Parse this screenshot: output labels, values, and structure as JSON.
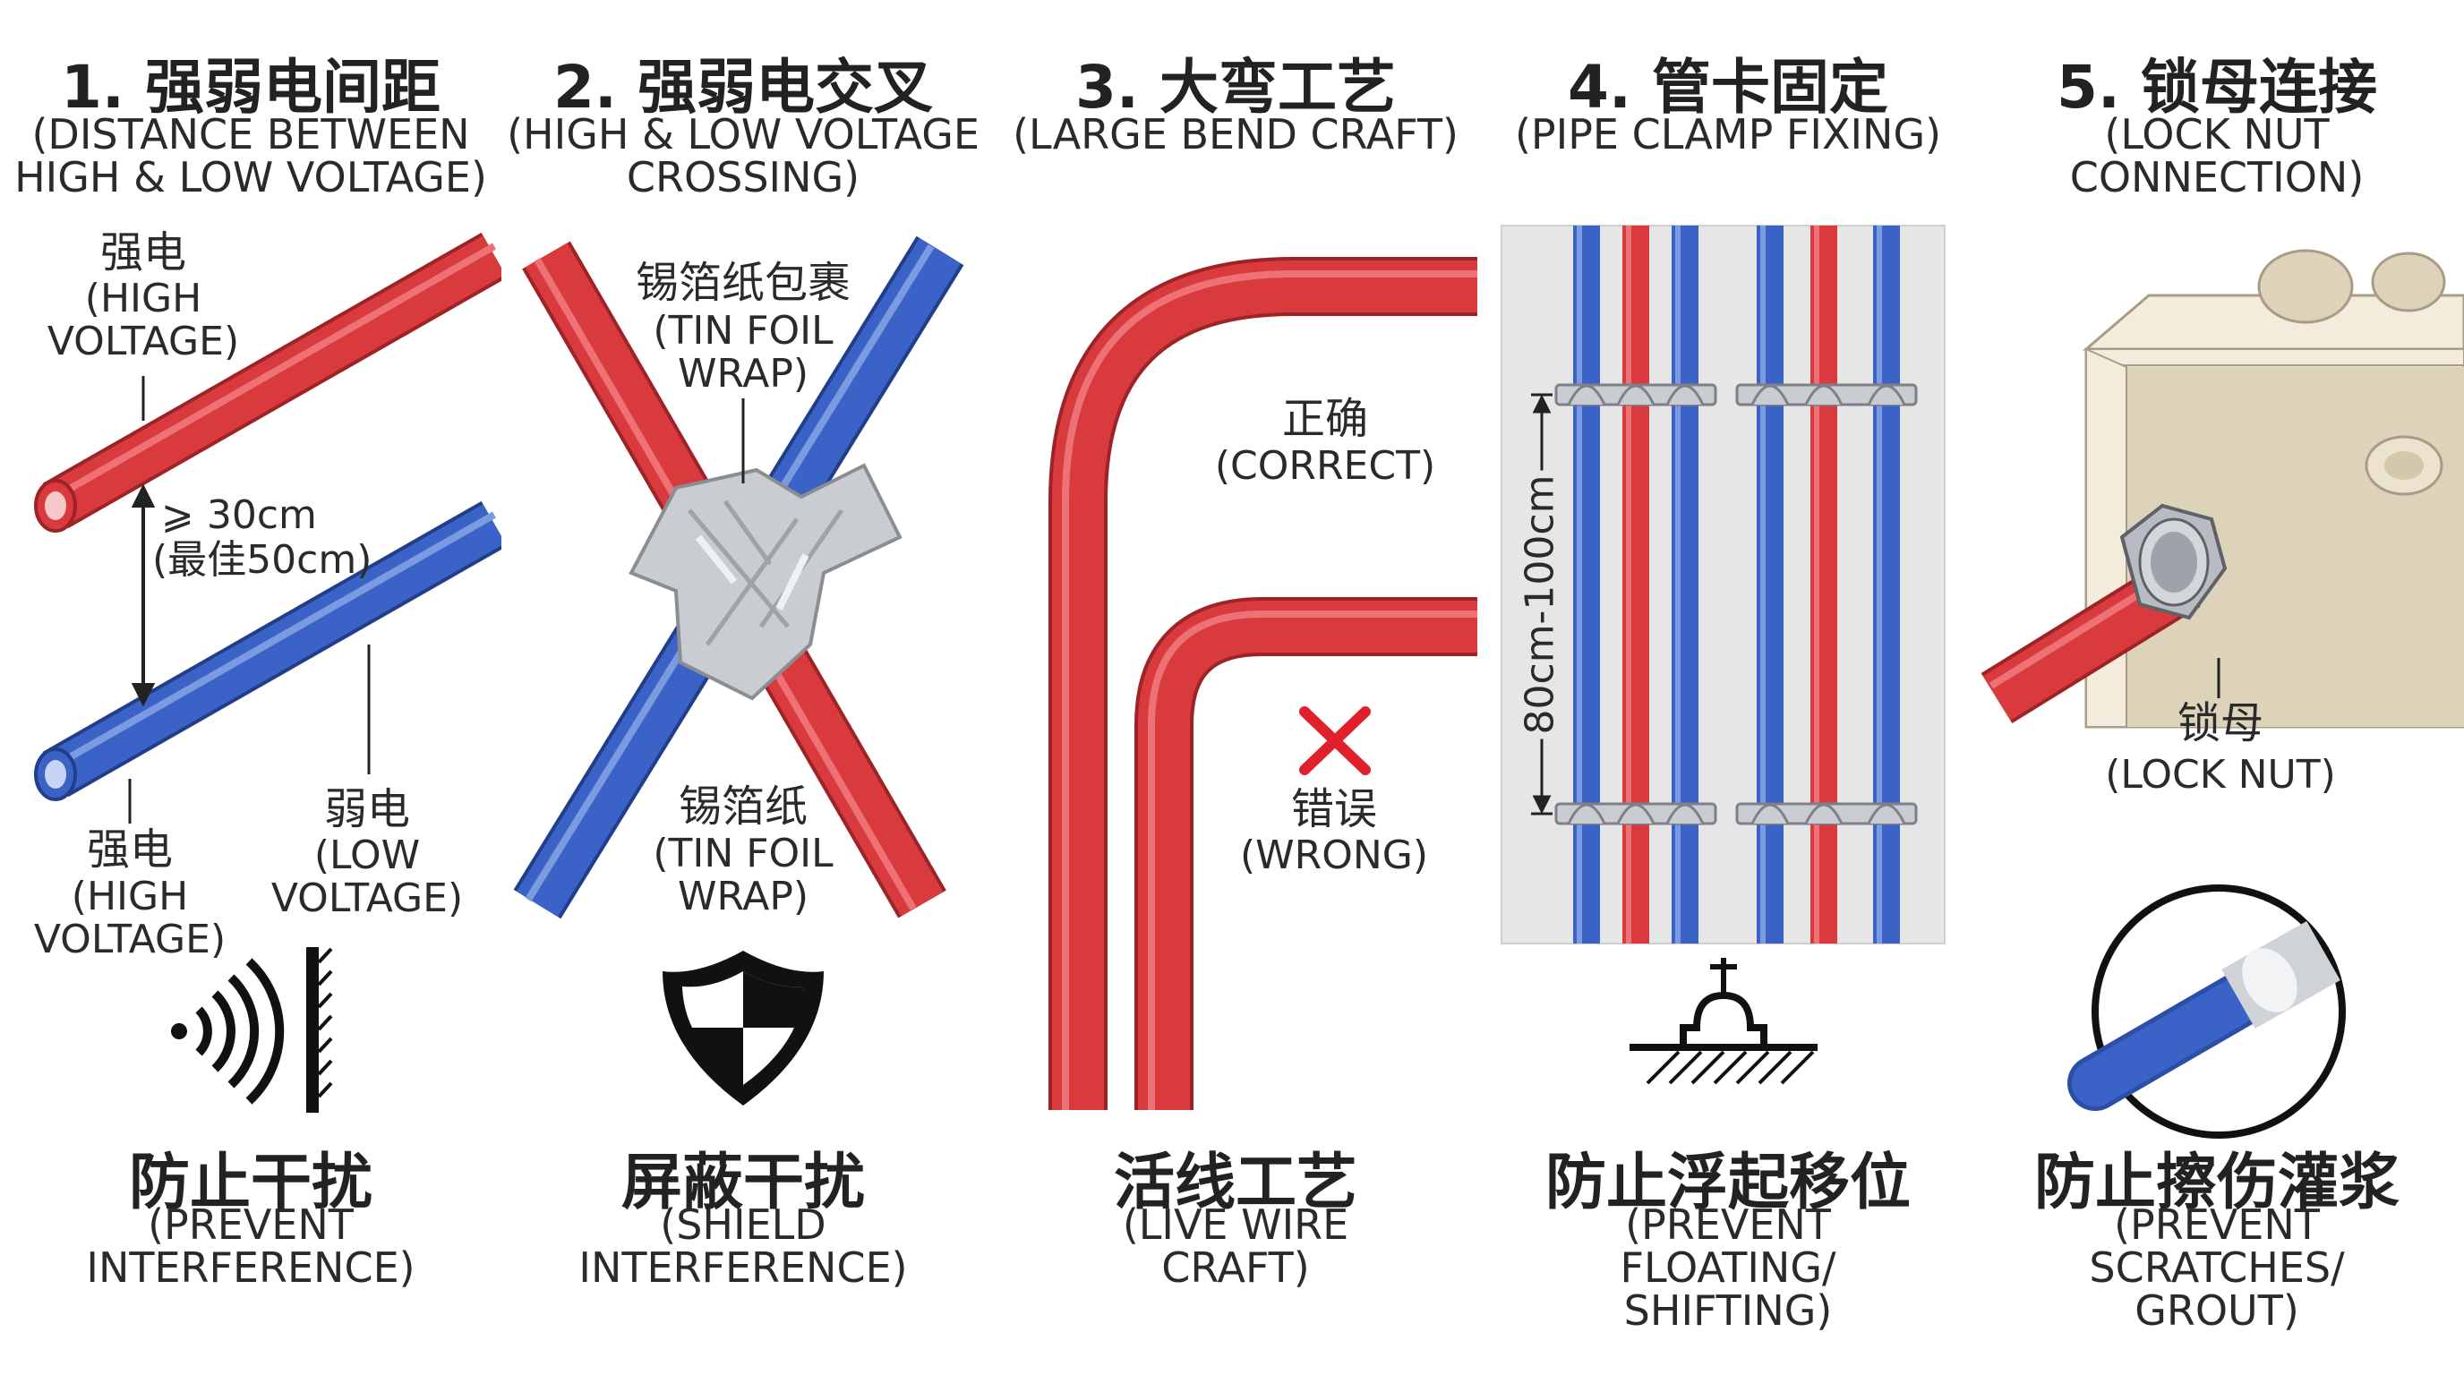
{
  "colors": {
    "high_voltage": "#d93a3e",
    "low_voltage": "#3b63c7",
    "foil": "#c9ccd1",
    "wrong": "#e0202a",
    "box": "#ece3cf",
    "wall": "#e6e6e6"
  },
  "panels": [
    {
      "title_zh": "1. 强弱电间距",
      "title_en": "(DISTANCE BETWEEN\nHIGH & LOW VOLTAGE)",
      "label_high_zh": "强电",
      "label_high_en": "(HIGH\nVOLTAGE)",
      "distance_main": "⩾ 30cm",
      "distance_best": "(最佳50cm)",
      "label_low_zh": "弱电",
      "label_low_en": "(LOW\nVOLTAGE)",
      "label_high2_zh": "强电",
      "label_high2_en": "(HIGH\nVOLTAGE)",
      "icon": "signal-wall-icon",
      "bottom_zh": "防止干扰",
      "bottom_en": "(PREVENT\nINTERFERENCE)"
    },
    {
      "title_zh": "2. 强弱电交叉",
      "title_en": "(HIGH & LOW VOLTAGE\nCROSSING)",
      "label_wrap_zh": "锡箔纸包裹",
      "label_wrap_en": "(TIN FOIL\nWRAP)",
      "label_foil_zh": "锡箔纸",
      "label_foil_en": "(TIN FOIL\nWRAP)",
      "icon": "shield-icon",
      "bottom_zh": "屏蔽干扰",
      "bottom_en": "(SHIELD\nINTERFERENCE)"
    },
    {
      "title_zh": "3. 大弯工艺",
      "title_en": "(LARGE BEND CRAFT)",
      "correct_zh": "正确",
      "correct_en": "(CORRECT)",
      "wrong_zh": "错误",
      "wrong_en": "(WRONG)",
      "bottom_zh": "活线工艺",
      "bottom_en": "(LIVE WIRE\nCRAFT)"
    },
    {
      "title_zh": "4. 管卡固定",
      "title_en": "(PIPE CLAMP FIXING)",
      "spacing": "80cm-100cm",
      "icon": "clamp-fixing-icon",
      "bottom_zh": "防止浮起移位",
      "bottom_en": "(PREVENT\nFLOATING/\nSHIFTING)"
    },
    {
      "title_zh": "5. 锁母连接",
      "title_en": "(LOCK NUT\nCONNECTION)",
      "lock_nut_zh": "锁母",
      "lock_nut_en": "(LOCK NUT)",
      "icon": "pipe-end-icon",
      "bottom_zh": "防止擦伤灌浆",
      "bottom_en": "(PREVENT\nSCRATCHES/\nGROUT)"
    }
  ]
}
